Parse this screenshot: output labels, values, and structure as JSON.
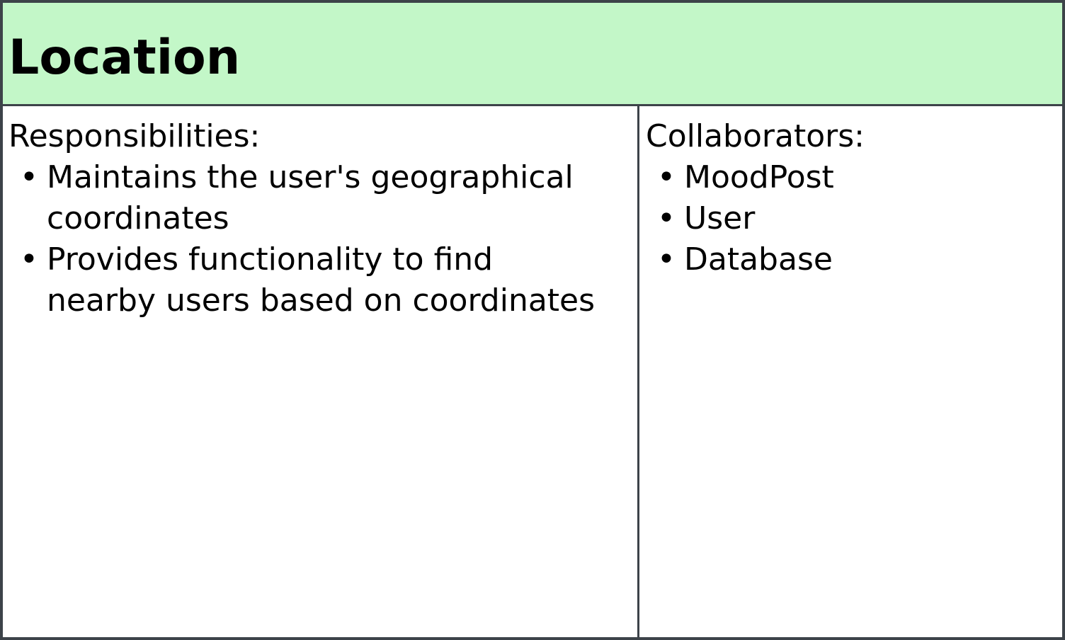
{
  "card": {
    "title": "Location",
    "header_color": "#c3f7c8",
    "border_color": "#3d4349"
  },
  "responsibilities": {
    "heading": "Responsibilities:",
    "items": [
      {
        "line1": "Maintains the user's geographical",
        "line2": "coordinates"
      },
      {
        "line1": "Provides functionality to find",
        "line2": "nearby users based on coordinates"
      }
    ]
  },
  "collaborators": {
    "heading": "Collaborators:",
    "items": [
      "MoodPost",
      "User",
      "Database"
    ]
  },
  "bullet_glyph": "•"
}
